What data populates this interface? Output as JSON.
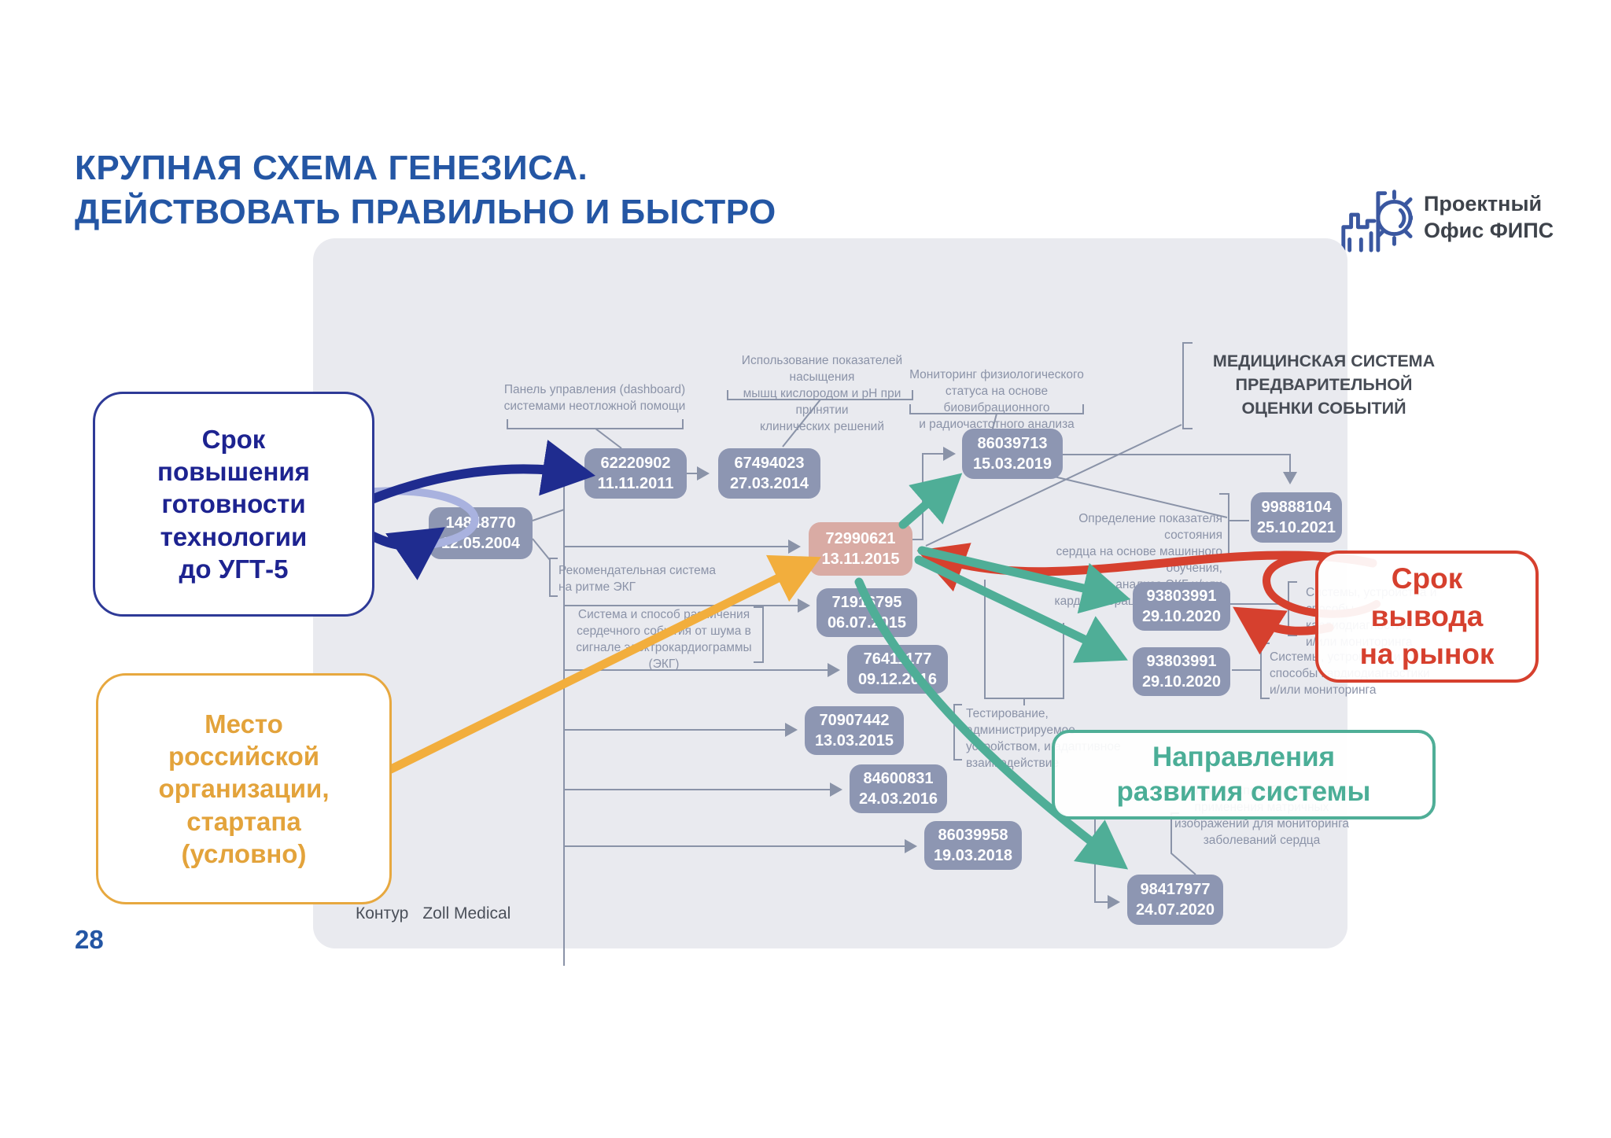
{
  "slide": {
    "title": "КРУПНАЯ СХЕМА ГЕНЕЗИСА.\nДЕЙСТВОВАТЬ ПРАВИЛЬНО И БЫСТРО",
    "page_number": "28",
    "logo_text": "Проектный\nОфис ФИПС"
  },
  "callouts": {
    "trl": "Срок\nповышения\nготовности\nтехнологии\nдо УГТ-5",
    "startup": "Место\nроссийской\nорганизации,\nстартапа\n(условно)",
    "market": "Срок\nвывода\nна рынок",
    "directions": "Направления\nразвития системы"
  },
  "diagram": {
    "header": "МЕДИЦИНСКАЯ СИСТЕМА\nПРЕДВАРИТЕЛЬНОЙ\nОЦЕНКИ СОБЫТИЙ",
    "footer_left": "Контур",
    "footer_right": "Zoll Medical",
    "nodes": [
      {
        "number": "62220902",
        "date": "11.11.2011"
      },
      {
        "number": "67494023",
        "date": "27.03.2014"
      },
      {
        "number": "14848770",
        "date": "12.05.2004"
      },
      {
        "number": "86039713",
        "date": "15.03.2019"
      },
      {
        "number": "99888104",
        "date": "25.10.2021"
      },
      {
        "number": "72990621",
        "date": "13.11.2015"
      },
      {
        "number": "71916795",
        "date": "06.07.2015"
      },
      {
        "number": "76411177",
        "date": "09.12.2016"
      },
      {
        "number": "93803991",
        "date": "29.10.2020"
      },
      {
        "number": "93803991",
        "date": "29.10.2020"
      },
      {
        "number": "70907442",
        "date": "13.03.2015"
      },
      {
        "number": "84600831",
        "date": "24.03.2016"
      },
      {
        "number": "86039958",
        "date": "19.03.2018"
      },
      {
        "number": "98417977",
        "date": "24.07.2020"
      }
    ],
    "labels": [
      "Панель управления (dashboard)\nсистемами неотложной помощи",
      "Использование показателей насыщения\nмышц кислородом и pH при принятии\nклинических решений",
      "Мониторинг физиологического\nстатуса на основе биовибрационного\nи радиочастотного анализа данных",
      "Рекомендательная система\nна ритме ЭКГ",
      "Система и способ различения\nсердечного события от шума в\nсигнале электрокардиограммы (ЭКГ)",
      "Определение показателя состояния\nсердца на основе машинного обучения,\nанализа ЭКГ и/или\nкардиовибрационных данных",
      "Системы, устройства и\nспособы кардиодиагностики\nи/или мониторинга",
      "Системы, устройства и\nспособы кардиодиагностики\nи/или мониторинга",
      "Тестирование, администрируемое\nустройством, и адаптивное\nвзаимодействие",
      "Системы и способы создания и\nприменения матричных\nизображений для мониторинга\nзаболеваний сердца"
    ]
  },
  "colors": {
    "title_blue": "#2456a4",
    "navy_arrow": "#1f2c8f",
    "periwinkle_arrow": "#a9b2df",
    "orange": "#e7a83f",
    "red": "#d6402e",
    "teal": "#4fae97",
    "node_fill": "#8d96b2",
    "node_highlight_fill": "#d9aba4",
    "panel_bg": "#e9eaef",
    "label_grey": "#8b93a8"
  }
}
